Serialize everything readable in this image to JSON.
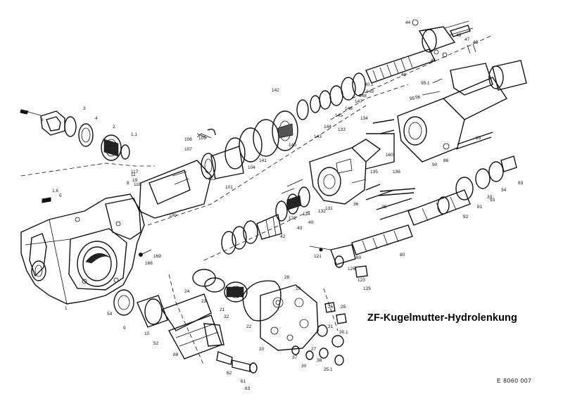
{
  "title": "ZF-Kugelmutter-Hydrolenkung",
  "reference_code": "E 8060 007",
  "part_labels": [
    "1",
    "1.1",
    "1.6",
    "2",
    "3",
    "4",
    "5",
    "6",
    "8",
    "9",
    "10",
    "11",
    "19",
    "20",
    "21",
    "22",
    "23",
    "24",
    "25",
    "25.1",
    "26",
    "27",
    "28",
    "29",
    "30",
    "30.1",
    "31",
    "32",
    "33",
    "34",
    "35",
    "36",
    "37",
    "38",
    "40",
    "40.1",
    "41",
    "42",
    "43",
    "44",
    "45",
    "46",
    "47",
    "48",
    "52",
    "54",
    "60",
    "61",
    "62",
    "63",
    "80",
    "81",
    "83",
    "85",
    "86",
    "88",
    "90",
    "92",
    "93",
    "95",
    "95.1",
    "96",
    "100",
    "101",
    "104",
    "105",
    "106",
    "107",
    "112",
    "117",
    "118",
    "121",
    "122",
    "123",
    "124",
    "125",
    "126",
    "131",
    "132",
    "133",
    "134",
    "135",
    "136",
    "140",
    "141",
    "142",
    "143",
    "144",
    "145",
    "146",
    "147",
    "148",
    "149",
    "160",
    "168",
    "169"
  ]
}
